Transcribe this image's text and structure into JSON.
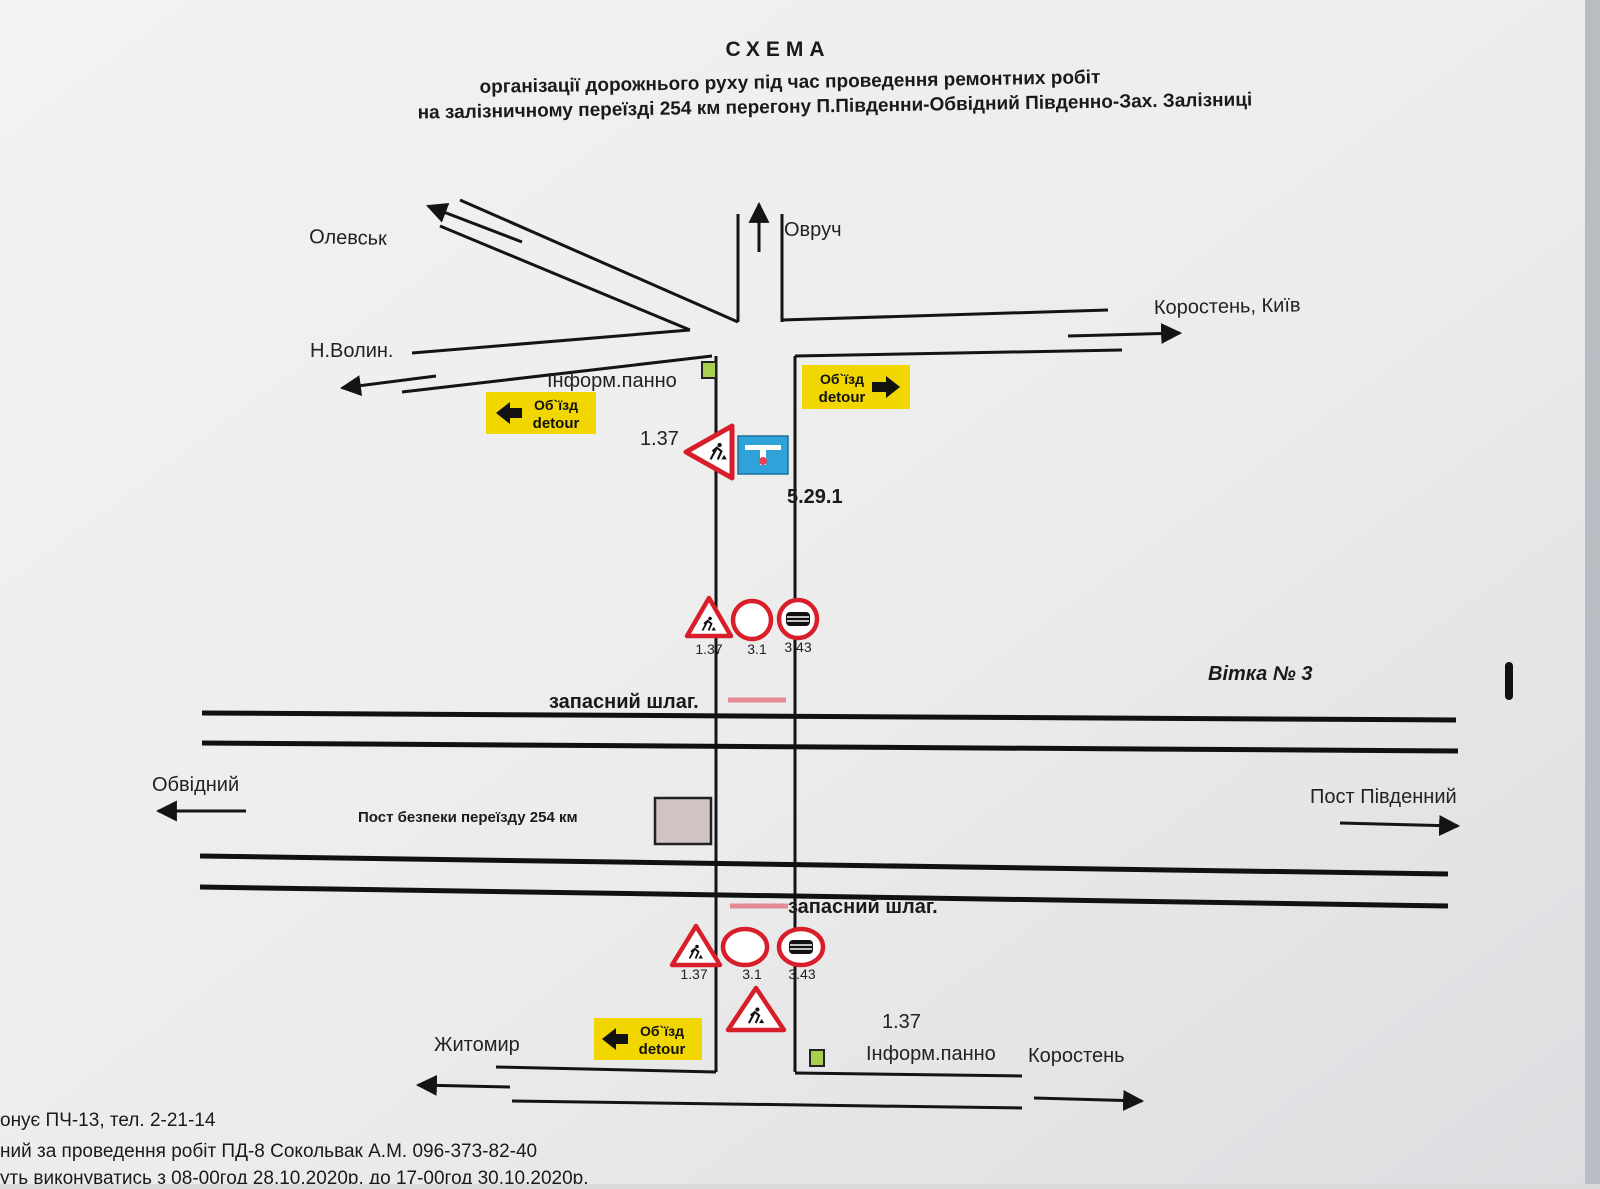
{
  "title": "СХЕМА",
  "subtitle1": "організації дорожнього руху під час проведення ремонтних робіт",
  "subtitle2": "на залізничному переїзді 254 км перегону П.Південни-Обвідний  Південно-Зах. Залізниці",
  "places": {
    "olevsk": "Олевськ",
    "ovruch": "Овруч",
    "korosten_kyiv": "Коростень, Київ",
    "n_volyn": "Н.Волин.",
    "obvidnyi": "Обвідний",
    "post_pivdennyi": "Пост Південний",
    "zhytomyr": "Житомир",
    "korosten": "Коростень"
  },
  "labels": {
    "info_panel_top": "Інформ.панно",
    "info_panel_bottom": "Інформ.панно",
    "sign_1_37_top": "1.37",
    "sign_5_29_1": "5.29.1",
    "sign_1_37_bottom": "1.37",
    "branch": "Вітка № 3",
    "spare_barrier_top": "запасний шлаг.",
    "spare_barrier_bottom": "запасний шлаг.",
    "crossing_post": "Пост безпеки переїзду 254 км"
  },
  "detour": {
    "line1": "Об`їзд",
    "line2": "detour"
  },
  "sign_groups": {
    "top": {
      "codes": [
        "1.37",
        "3.1",
        "3.43"
      ]
    },
    "bottom": {
      "codes": [
        "1.37",
        "3.1",
        "3.43"
      ]
    }
  },
  "footer": {
    "line1": "онує  ПЧ-13, тел. 2-21-14",
    "line2": "ний за проведення робіт ПД-8 Сокольвак А.М. 096-373-82-40",
    "line3": "уть виконуватись з 08-00год  28.10.2020р. до 17-00год 30.10.2020р."
  },
  "colors": {
    "paper": "#eeeeee",
    "detour_yellow": "#f2d600",
    "sign_red": "#d81e2a",
    "info_green": "#a9cf4e",
    "sign_blue": "#2fa3d9",
    "barrier_pink": "#e48a94",
    "post_box": "#d3c2c2"
  }
}
